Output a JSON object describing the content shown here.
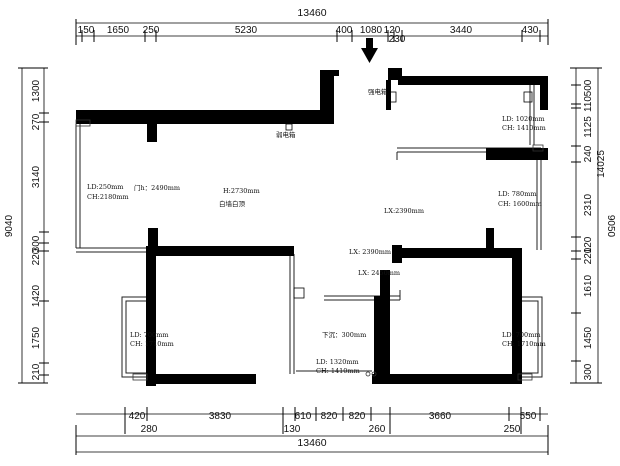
{
  "dimensions": {
    "top_total": "13460",
    "top_segments": [
      "150",
      "1650",
      "250",
      "5230",
      "400",
      "1080",
      "120",
      "230",
      "3440",
      "430"
    ],
    "bottom_row1": [
      "420",
      "3830",
      "610",
      "820",
      "820",
      "3660",
      "550"
    ],
    "bottom_row2": [
      "280",
      "130",
      "260",
      "250"
    ],
    "bottom_total": "13460",
    "left_total": "9040",
    "left_segments": [
      "1300",
      "270",
      "3140",
      "300",
      "220",
      "1420",
      "1750",
      "210"
    ],
    "right_total": "9050",
    "right_outer": [
      "14025"
    ],
    "right_segments": [
      "500",
      "110",
      "1125",
      "240",
      "2310",
      "120",
      "220",
      "1610",
      "1450",
      "300"
    ]
  },
  "annotations": {
    "weak_box": "弱电箱",
    "strong_box": "强电箱",
    "room_tl_ld": "LD:250mm",
    "room_tl_ch": "CH:2180mm",
    "door_h": "门h：2490mm",
    "ceiling_h": "H:2730mm",
    "ceiling_white": "白墙白顶",
    "room_tr1_ld": "LD: 1020mm",
    "room_tr1_ch": "CH: 1410mm",
    "room_tr2_ld": "LD: 780mm",
    "room_tr2_ch": "CH: 1600mm",
    "lx_2390_v": "LX:2390mm",
    "lx_2390_h": "LX: 2390mm",
    "lx_2450": "LX: 2450mm",
    "room_bl_ld": "LD: 700mm",
    "room_bl_ch": "CH: 1710mm",
    "sunk": "下沉：300mm",
    "bath_ld": "LD: 1320mm",
    "bath_ch": "CH: 1410mm",
    "room_br_ld": "LD: 700mm",
    "room_br_ch": "CH: 1710mm"
  },
  "icons": [
    "down-arrow-icon"
  ]
}
